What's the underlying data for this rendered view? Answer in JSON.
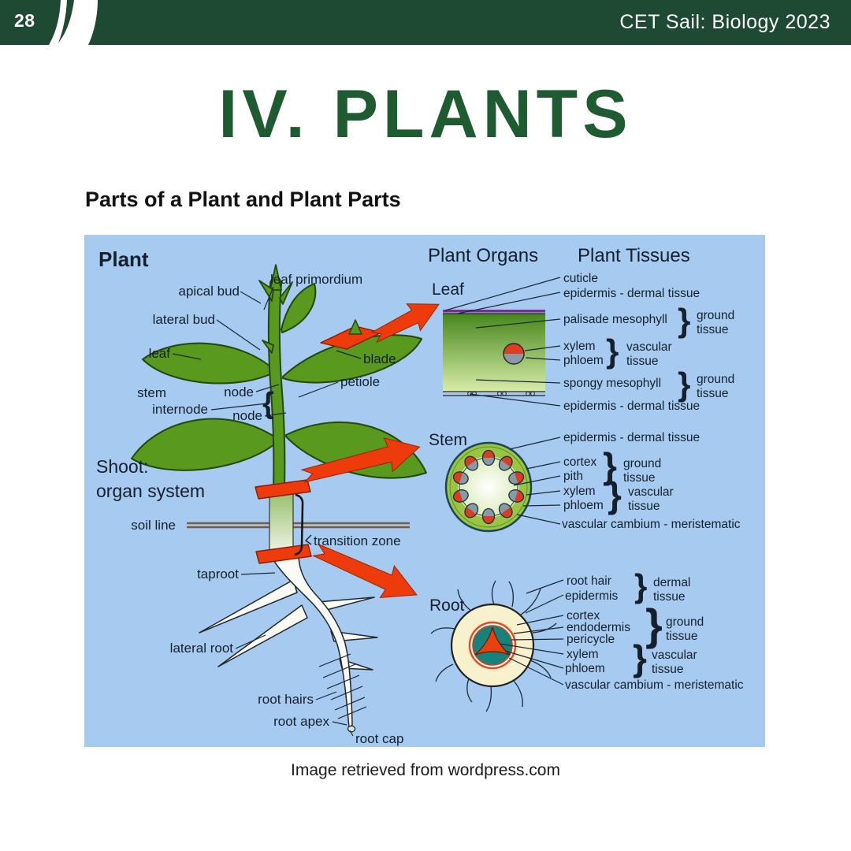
{
  "page": {
    "header": {
      "page_number": "28",
      "title": "CET Sail: Biology 2023"
    },
    "heading": "IV. PLANTS",
    "subheading": "Parts of a Plant and Plant Parts",
    "caption": "Image retrieved from wordpress.com"
  },
  "colors": {
    "header_green": "#1e4a33",
    "heading_green": "#1e5b30",
    "diagram_blue": "#a7cbf0",
    "plant_green": "#58991e",
    "arrow_red": "#ee3b0c",
    "soil_brown": "#7a5c3e",
    "root_cream": "#f7f1cd",
    "stele_teal": "#15827c",
    "cuticle_purple": "#7b2f8e",
    "bundle_gray": "#8a99a6",
    "label_ink": "#15202c"
  },
  "diagram": {
    "plant": {
      "title": "Plant",
      "apical_bud": "apical bud",
      "leaf_primordium": "leaf primordium",
      "lateral_bud": "lateral bud",
      "leaf": "leaf",
      "stem": "stem",
      "internode": "internode",
      "node_upper": "node",
      "node_lower": "node",
      "blade": "blade",
      "petiole": "petiole",
      "shoot_line1": "Shoot:",
      "shoot_line2": "organ system",
      "soil_line": "soil line",
      "transition_zone": "transition zone",
      "taproot": "taproot",
      "lateral_root": "lateral root",
      "root_hairs": "root hairs",
      "root_apex": "root apex",
      "root_cap": "root cap"
    },
    "headers": {
      "organs": "Plant Organs",
      "tissues": "Plant Tissues"
    },
    "leaf": {
      "label": "Leaf",
      "cuticle": "cuticle",
      "epidermis_top": "epidermis - dermal tissue",
      "palisade": "palisade mesophyll",
      "ground1_l1": "ground",
      "ground1_l2": "tissue",
      "xylem": "xylem",
      "phloem": "phloem",
      "vascular_l1": "vascular",
      "vascular_l2": "tissue",
      "spongy": "spongy mesophyll",
      "ground2_l1": "ground",
      "ground2_l2": "tissue",
      "epidermis_bottom": "epidermis - dermal tissue"
    },
    "stem": {
      "label": "Stem",
      "epidermis": "epidermis - dermal tissue",
      "cortex": "cortex",
      "pith": "pith",
      "ground_l1": "ground",
      "ground_l2": "tissue",
      "xylem": "xylem",
      "phloem": "phloem",
      "vascular_l1": "vascular",
      "vascular_l2": "tissue",
      "cambium": "vascular cambium - meristematic"
    },
    "root": {
      "label": "Root",
      "root_hair": "root hair",
      "epidermis": "epidermis",
      "dermal_l1": "dermal",
      "dermal_l2": "tissue",
      "cortex": "cortex",
      "endodermis": "endodermis",
      "pericycle": "pericycle",
      "ground_l1": "ground",
      "ground_l2": "tissue",
      "xylem": "xylem",
      "phloem": "phloem",
      "vascular_l1": "vascular",
      "vascular_l2": "tissue",
      "cambium": "vascular cambium - meristematic"
    },
    "glyphs": {
      "lbrace": "{",
      "rbrace": "}"
    }
  }
}
